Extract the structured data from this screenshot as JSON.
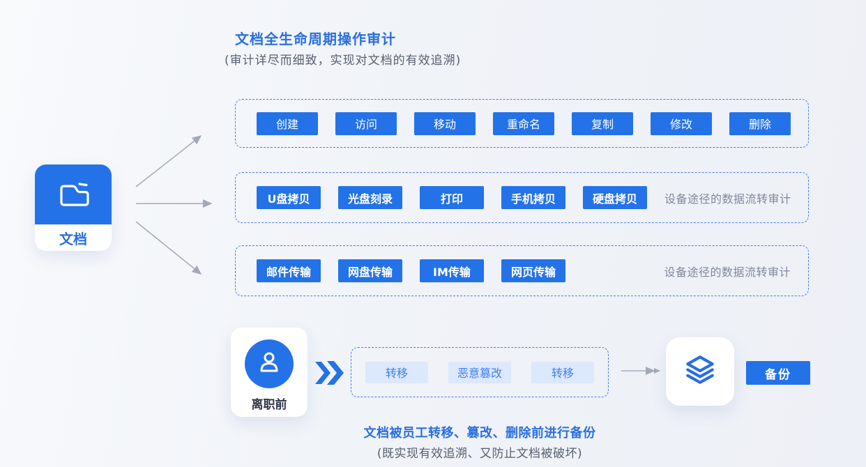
{
  "colors": {
    "accent": "#2472e8",
    "accent_text": "#2b6fe0",
    "light_btn_bg": "#dce8fb",
    "light_btn_text": "#4080f0",
    "dashed_border": "#4a7ce8",
    "note_text": "#80889b",
    "muted_text": "#596070",
    "dark_text": "#303748",
    "arrow": "#a3a9b8"
  },
  "header": {
    "title": "文档全生命周期操作审计",
    "subtitle": "(审计详尽而细致，实现对文档的有效追溯)"
  },
  "source_card": {
    "label": "文档",
    "icon": "folder-icon"
  },
  "audit_rows": [
    {
      "buttons": [
        "创建",
        "访问",
        "移动",
        "重命名",
        "复制",
        "修改",
        "删除"
      ]
    },
    {
      "buttons": [
        "U盘拷贝",
        "光盘刻录",
        "打印",
        "手机拷贝",
        "硬盘拷贝"
      ],
      "note": "设备途径的数据流转审计"
    },
    {
      "buttons": [
        "邮件传输",
        "网盘传输",
        "IM传输",
        "网页传输"
      ],
      "note": "设备途径的数据流转审计"
    }
  ],
  "backup_flow": {
    "person_label": "离职前",
    "person_icon": "user-icon",
    "risk_actions": [
      "转移",
      "恶意篡改",
      "转移"
    ],
    "target_icon": "layers-icon",
    "backup_label": "备份",
    "caption": "文档被员工转移、篡改、删除前进行备份",
    "subcaption": "(既实现有效追溯、又防止文档被破坏)"
  }
}
